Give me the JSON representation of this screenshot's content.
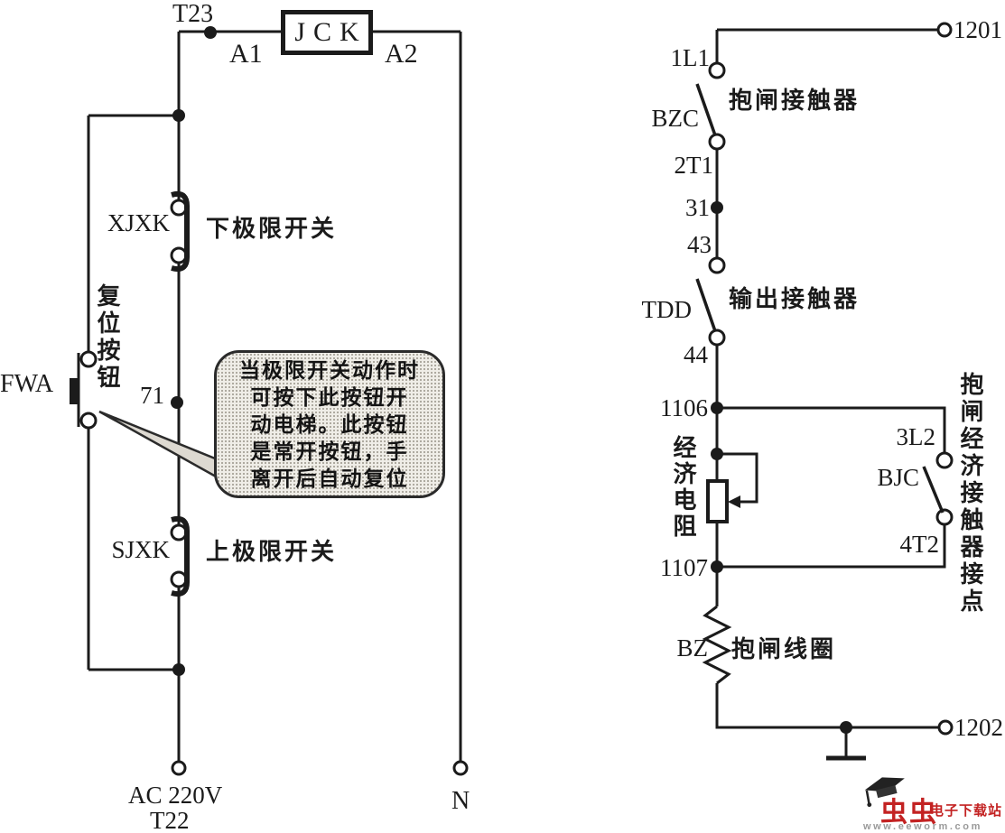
{
  "left_circuit": {
    "t23": "T23",
    "jck_coil": "JCK",
    "a1": "A1",
    "a2": "A2",
    "xjxk": "XJXK",
    "lower_limit_switch": "下极限开关",
    "reset_button_label": "复位按钮",
    "fwa": "FWA",
    "wire_71": "71",
    "sjxk": "SJXK",
    "upper_limit_switch": "上极限开关",
    "supply": "AC 220V",
    "t22": "T22",
    "neutral": "N",
    "note_lines": [
      "当极限开关动作时",
      "可按下此按钮开",
      "动电梯。此按钮",
      "是常开按钮，手",
      "离开后自动复位"
    ]
  },
  "right_circuit": {
    "wire_1201": "1201",
    "terminal_1l1": "1L1",
    "bzc": "BZC",
    "brake_contactor": "抱闸接触器",
    "terminal_2t1": "2T1",
    "wire_31": "31",
    "wire_43": "43",
    "tdd": "TDD",
    "output_contactor": "输出接触器",
    "wire_44": "44",
    "wire_1106": "1106",
    "economy_resistor": "经济电阻",
    "terminal_3l2": "3L2",
    "bjc": "BJC",
    "terminal_4t2": "4T2",
    "wire_1107": "1107",
    "side_note": "抱闸经济接触器接点",
    "bz": "BZ",
    "brake_coil": "抱闸线圈",
    "wire_1202": "1202"
  },
  "watermark": {
    "brand": "虫虫",
    "site": "电子下载站",
    "url": "www.eeworm.com"
  },
  "icons": {
    "logo_cap": "graduation-cap-icon"
  },
  "colors": {
    "line": "#1b1b1b",
    "bubble_fill": "#efede7",
    "logo_red": "#c32222",
    "url_gray": "#9a9a9a"
  }
}
